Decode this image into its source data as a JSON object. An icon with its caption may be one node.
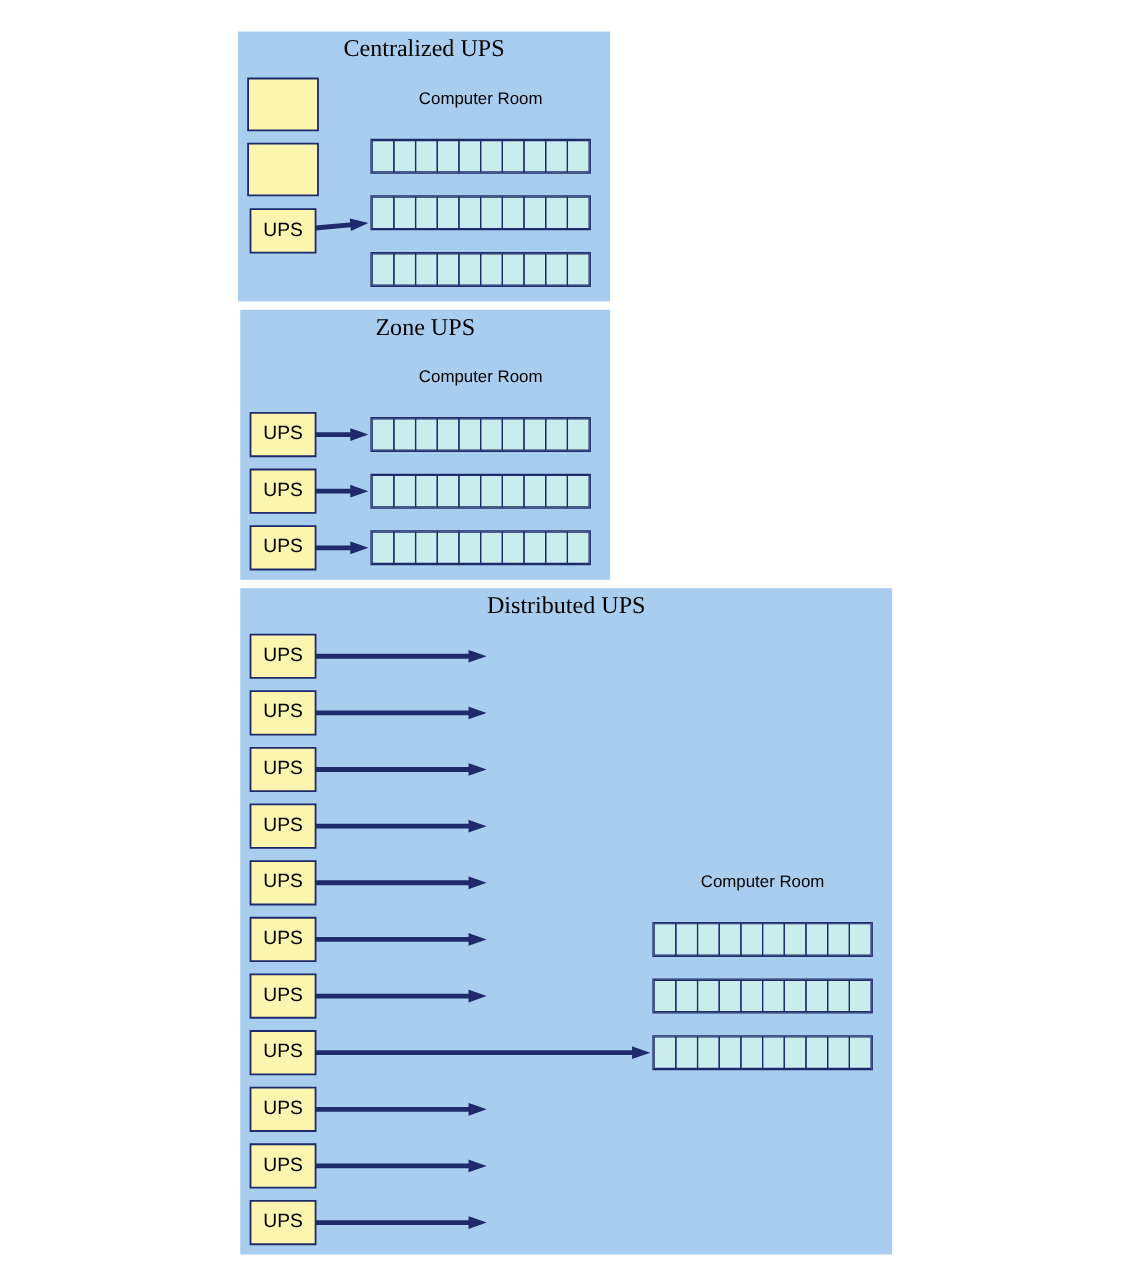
{
  "diagram": {
    "nodes": [
      {
        "text": [
          "Centralized UPS"
        ]
      },
      {
        "text": [],
        "shape": "box",
        "in": 0
      },
      {
        "text": [],
        "shape": "box",
        "in": 0
      },
      {
        "text": [
          "UPS"
        ],
        "in": 0
      },
      {
        "text": [],
        "shape": "bar",
        "in": 0
      },
      {
        "text": [],
        "shape": "bar",
        "in": 0
      },
      {
        "text": [],
        "shape": "bar",
        "in": 0
      },
      {
        "text": [
          "Zone UPS"
        ]
      },
      {
        "text": [
          "UPS"
        ],
        "in": 7
      },
      {
        "text": [
          "UPS"
        ],
        "in": 7
      },
      {
        "text": [
          "UPS"
        ],
        "in": 7
      },
      {
        "text": [],
        "shape": "bar",
        "in": 7
      },
      {
        "text": [],
        "shape": "bar",
        "in": 7
      },
      {
        "text": [],
        "shape": "bar",
        "in": 7
      },
      {
        "text": [
          "Distributed UPS"
        ]
      },
      {
        "text": [
          "UPS"
        ],
        "in": 14
      },
      {
        "text": [
          "UPS"
        ],
        "in": 14
      },
      {
        "text": [
          "UPS"
        ],
        "in": 14
      },
      {
        "text": [
          "UPS"
        ],
        "in": 14
      },
      {
        "text": [
          "UPS"
        ],
        "in": 14
      },
      {
        "text": [
          "UPS"
        ],
        "in": 14
      },
      {
        "text": [
          "UPS"
        ],
        "in": 14
      },
      {
        "text": [
          "UPS"
        ],
        "in": 14
      },
      {
        "text": [
          "UPS"
        ],
        "in": 14
      },
      {
        "text": [
          "UPS"
        ],
        "in": 14
      },
      {
        "text": [
          "UPS"
        ],
        "in": 14
      },
      {
        "text": [],
        "shape": "bar",
        "in": 14
      },
      {
        "text": [],
        "shape": "bar",
        "in": 14
      },
      {
        "text": [],
        "shape": "bar",
        "in": 14
      }
    ],
    "edges": [
      {
        "from": 3,
        "to": 5,
        "arrow": "to"
      },
      {
        "from": 8,
        "to": 11,
        "arrow": "to"
      },
      {
        "from": 9,
        "to": 12,
        "arrow": "to"
      },
      {
        "from": 10,
        "to": 13,
        "arrow": "to"
      },
      {
        "from": 15,
        "to": null,
        "arrow": "to"
      },
      {
        "from": 16,
        "to": null,
        "arrow": "to"
      },
      {
        "from": 17,
        "to": null,
        "arrow": "to"
      },
      {
        "from": 18,
        "to": null,
        "arrow": "to"
      },
      {
        "from": 19,
        "to": null,
        "arrow": "to"
      },
      {
        "from": 20,
        "to": null,
        "arrow": "to"
      },
      {
        "from": 21,
        "to": null,
        "arrow": "to"
      },
      {
        "from": 22,
        "to": 28,
        "arrow": "to"
      },
      {
        "from": 23,
        "to": null,
        "arrow": "to"
      },
      {
        "from": 24,
        "to": null,
        "arrow": "to"
      },
      {
        "from": 25,
        "to": null,
        "arrow": "to"
      }
    ],
    "labels": [
      "Computer Room",
      "Computer Room",
      "Computer Room"
    ]
  }
}
